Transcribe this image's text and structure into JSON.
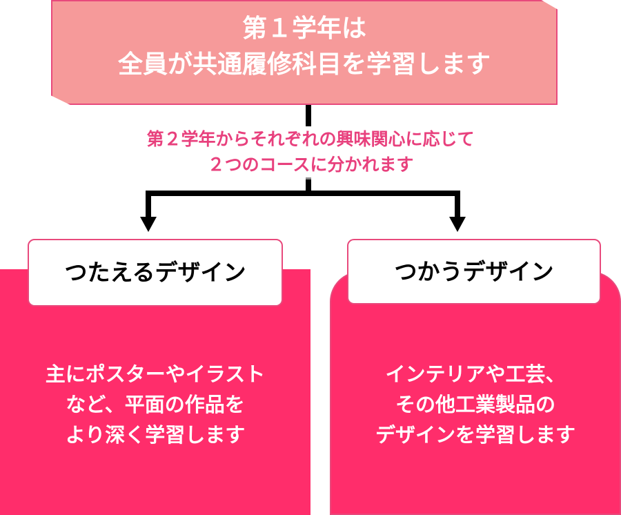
{
  "top": {
    "lines": [
      "第１学年は",
      "全員が共通履修科目を学習します"
    ]
  },
  "connector": {
    "lines": [
      "第２学年からそれぞれの興味関心に応じて",
      "２つのコースに分かれます"
    ]
  },
  "courses": [
    {
      "title": "つたえるデザイン",
      "lines": [
        "主にポスターやイラスト",
        "など、平面の作品を",
        "より深く学習します"
      ]
    },
    {
      "title": "つかうデザイン",
      "lines": [
        "インテリアや工芸、",
        "その他工業製品の",
        "デザインを学習します"
      ]
    }
  ],
  "colors": {
    "top_fill": "#f69a9a",
    "accent_pink": "#e8407d",
    "panel_fill": "#ff2d6b"
  }
}
